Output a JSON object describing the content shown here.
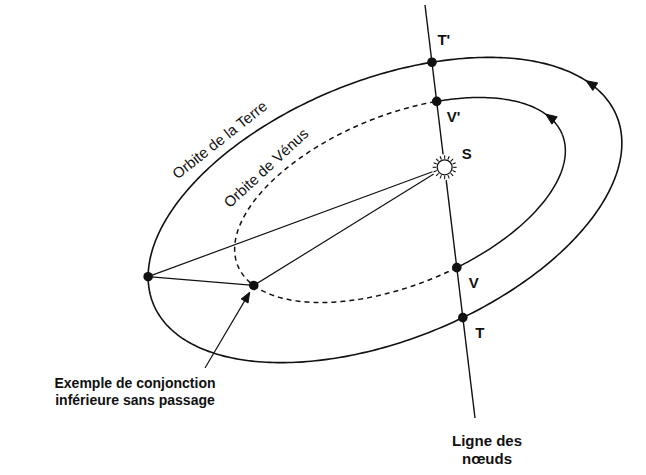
{
  "diagram": {
    "labels": [
      "Orbite de la Terre",
      "Orbite de Vénus",
      "T'",
      "V'",
      "S",
      "V",
      "T",
      "Exemple de conjonction inférieure sans passage",
      "Ligne des nœuds"
    ]
  }
}
